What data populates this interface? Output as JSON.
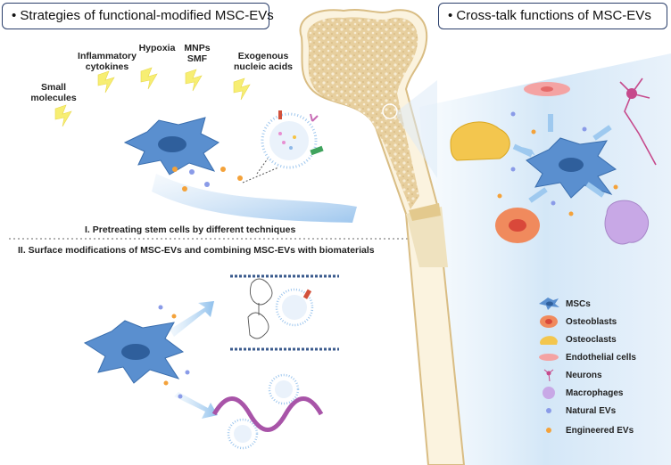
{
  "left_panel": {
    "title": "Strategies of functional-modified MSC-EVs",
    "stimuli": [
      {
        "label_line1": "Small",
        "label_line2": "molecules"
      },
      {
        "label_line1": "Inflammatory",
        "label_line2": "cytokines"
      },
      {
        "label_line1": "Hypoxia",
        "label_line2": ""
      },
      {
        "label_line1": "MNPs",
        "label_line2": "SMF"
      },
      {
        "label_line1": "Exogenous",
        "label_line2": "nucleic acids"
      }
    ],
    "section1": "I. Pretreating stem cells by different techniques",
    "section2": "II. Surface modifications of MSC-EVs and combining MSC-EVs with biomaterials"
  },
  "right_panel": {
    "title": "Cross-talk functions of  MSC-EVs"
  },
  "legend": [
    {
      "icon": "msc-icon",
      "label": "MSCs"
    },
    {
      "icon": "osteoblast-icon",
      "label": "Osteoblasts"
    },
    {
      "icon": "osteoclast-icon",
      "label": "Osteoclasts"
    },
    {
      "icon": "endothelial-icon",
      "label": "Endothelial cells"
    },
    {
      "icon": "neuron-icon",
      "label": "Neurons"
    },
    {
      "icon": "macrophage-icon",
      "label": "Macrophages"
    },
    {
      "icon": "natural-ev-icon",
      "label": "Natural EVs"
    },
    {
      "icon": "engineered-ev-icon",
      "label": "Engineered EVs"
    }
  ],
  "colors": {
    "msc": "#4f86c6",
    "osteoblast": "#f08a5d",
    "osteoclast": "#f3c64e",
    "endothelial": "#f4a3a3",
    "neuron": "#c64a8c",
    "macrophage": "#c8a8e6",
    "natural_ev": "#8a9be8",
    "engineered_ev": "#f4a23a",
    "bone": "#e8cf9c",
    "title_border": "#2b3f6b"
  }
}
